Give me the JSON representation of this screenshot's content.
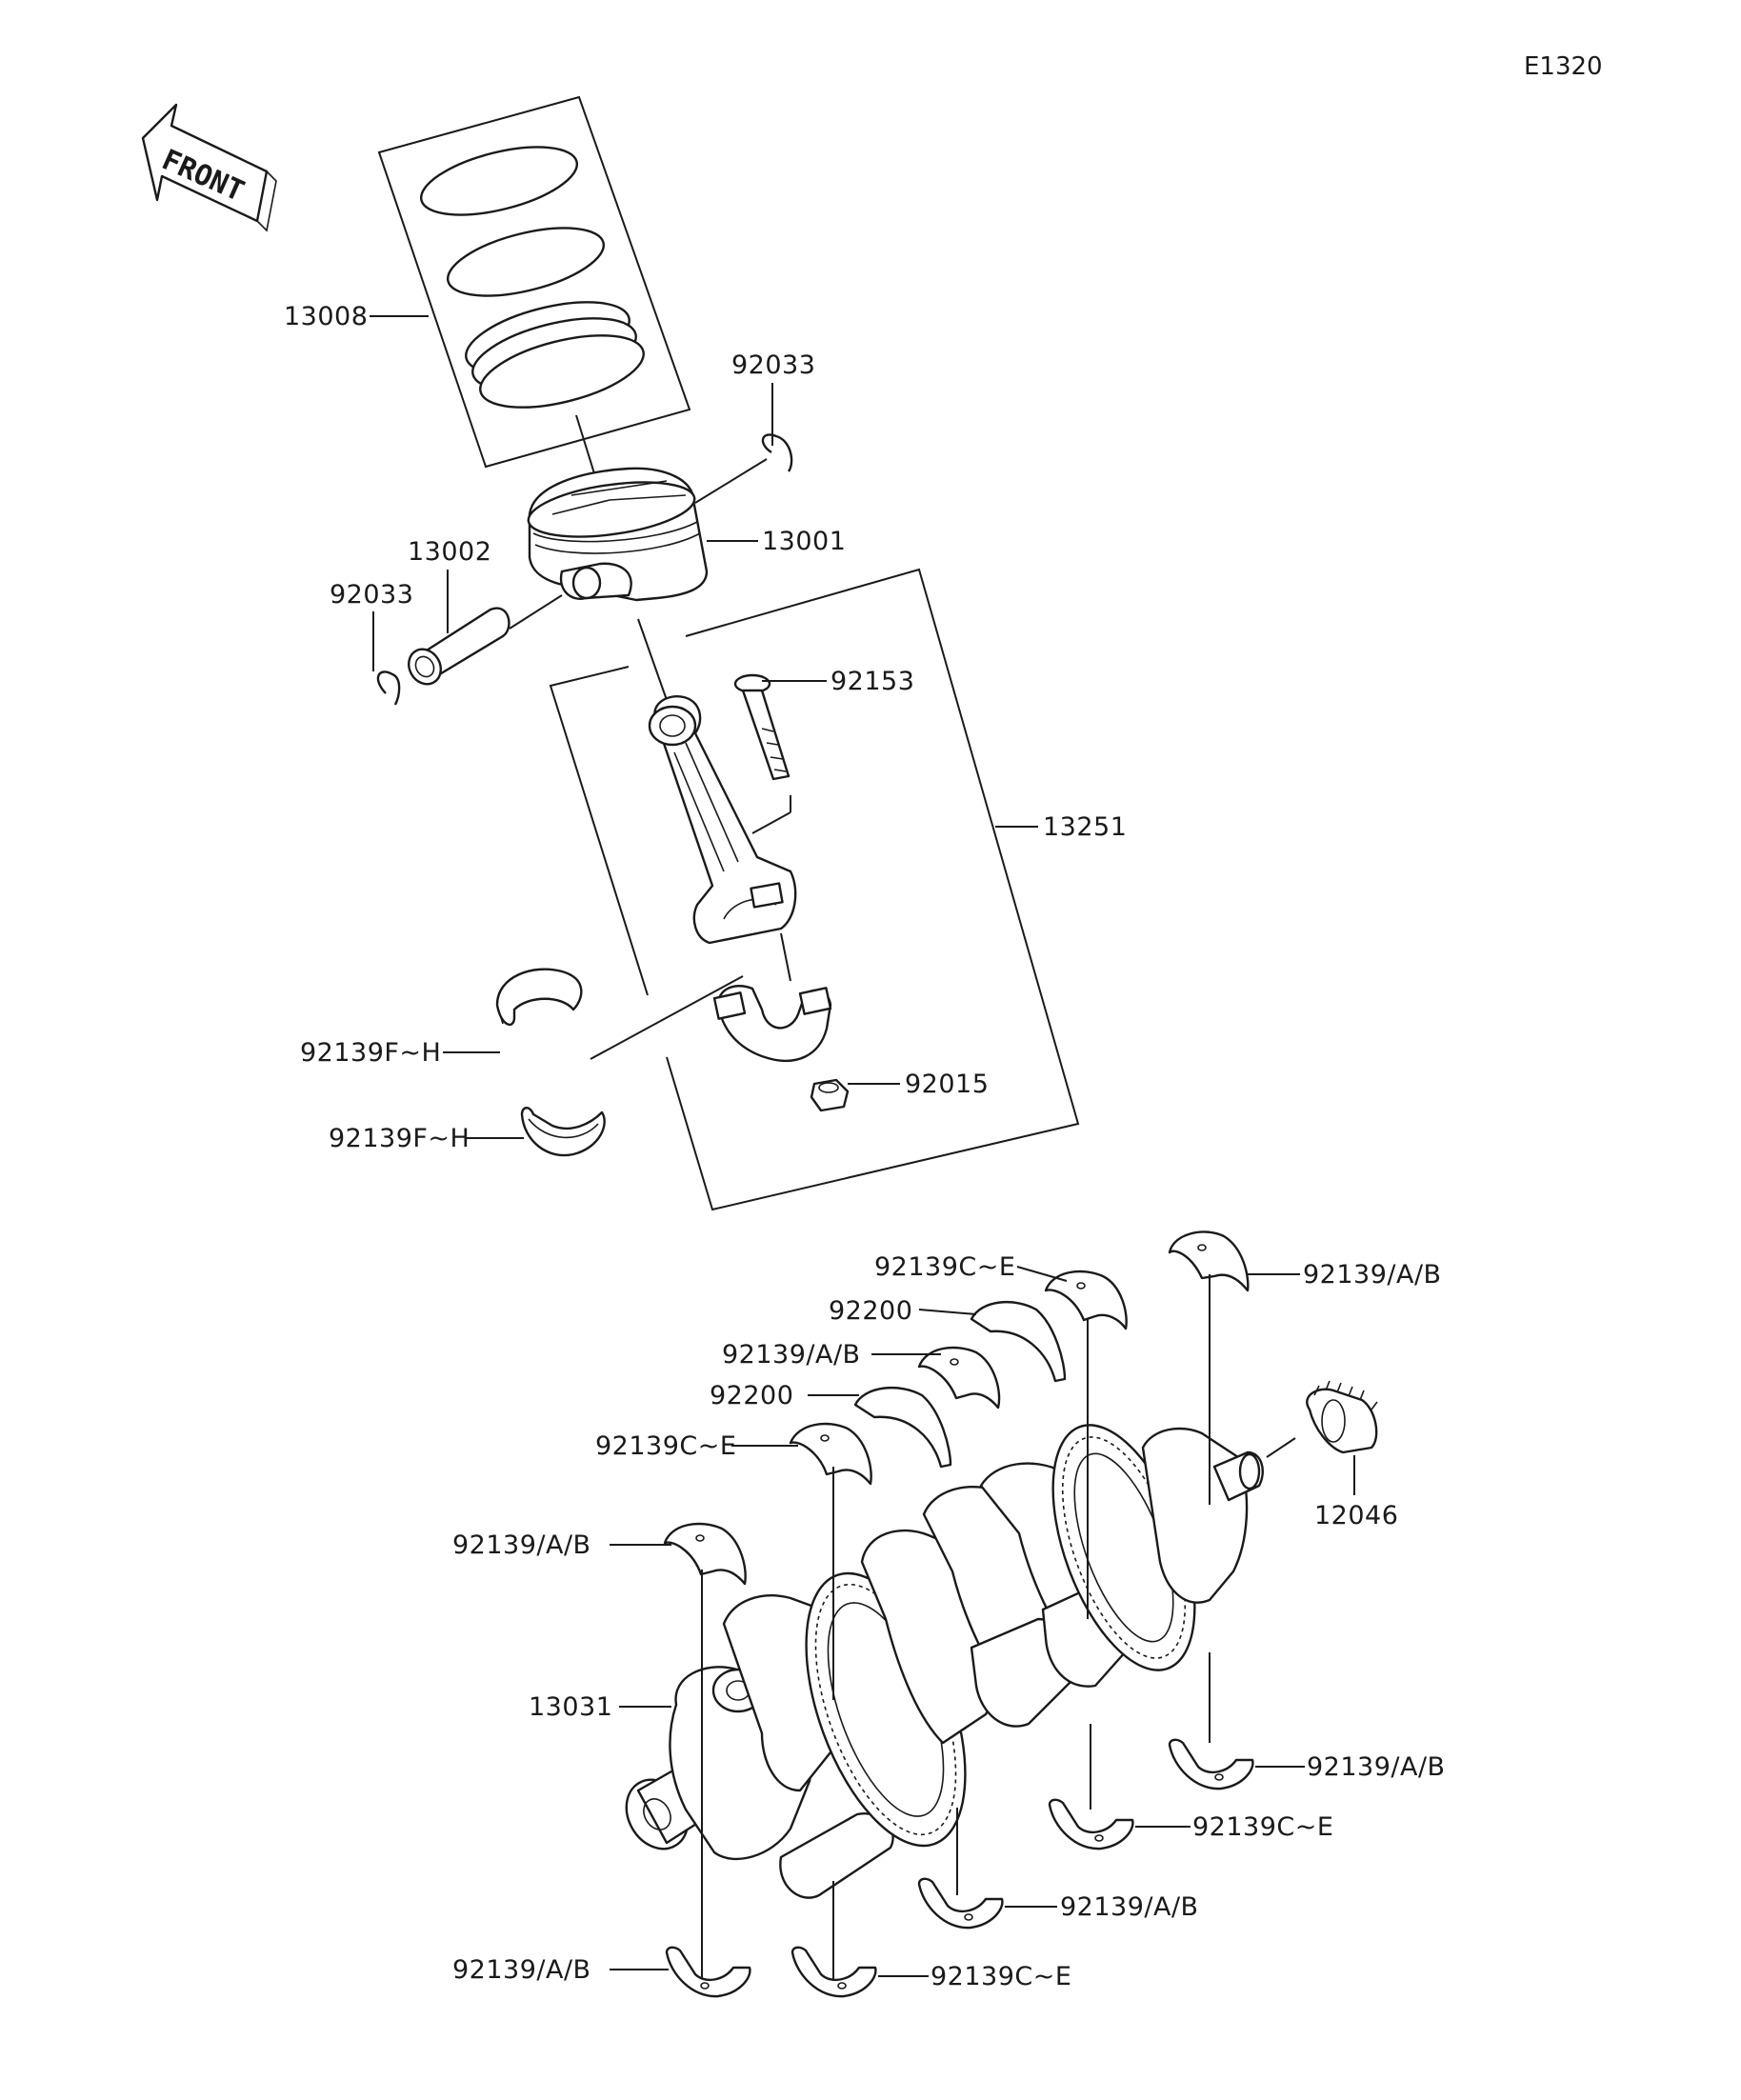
{
  "diagram_code": "E1320",
  "front_label": "FRONT",
  "callouts": {
    "c13008": "13008",
    "c92033_top": "92033",
    "c13001": "13001",
    "c13002": "13002",
    "c92033_left": "92033",
    "c92153": "92153",
    "c13251": "13251",
    "c92139FH_1": "92139F~H",
    "c92139FH_2": "92139F~H",
    "c92015": "92015",
    "c92139CE_a": "92139C~E",
    "c92200_a": "92200",
    "c92139AB_a": "92139/A/B",
    "c92200_b": "92200",
    "c92139CE_b": "92139C~E",
    "c92139AB_b": "92139/A/B",
    "c92139AB_tr": "92139/A/B",
    "c12046": "12046",
    "c13031": "13031",
    "c92139AB_r": "92139/A/B",
    "c92139CE_r": "92139C~E",
    "c92139AB_br": "92139/A/B",
    "c92139CE_bl": "92139C~E",
    "c92139AB_bl": "92139/A/B"
  }
}
